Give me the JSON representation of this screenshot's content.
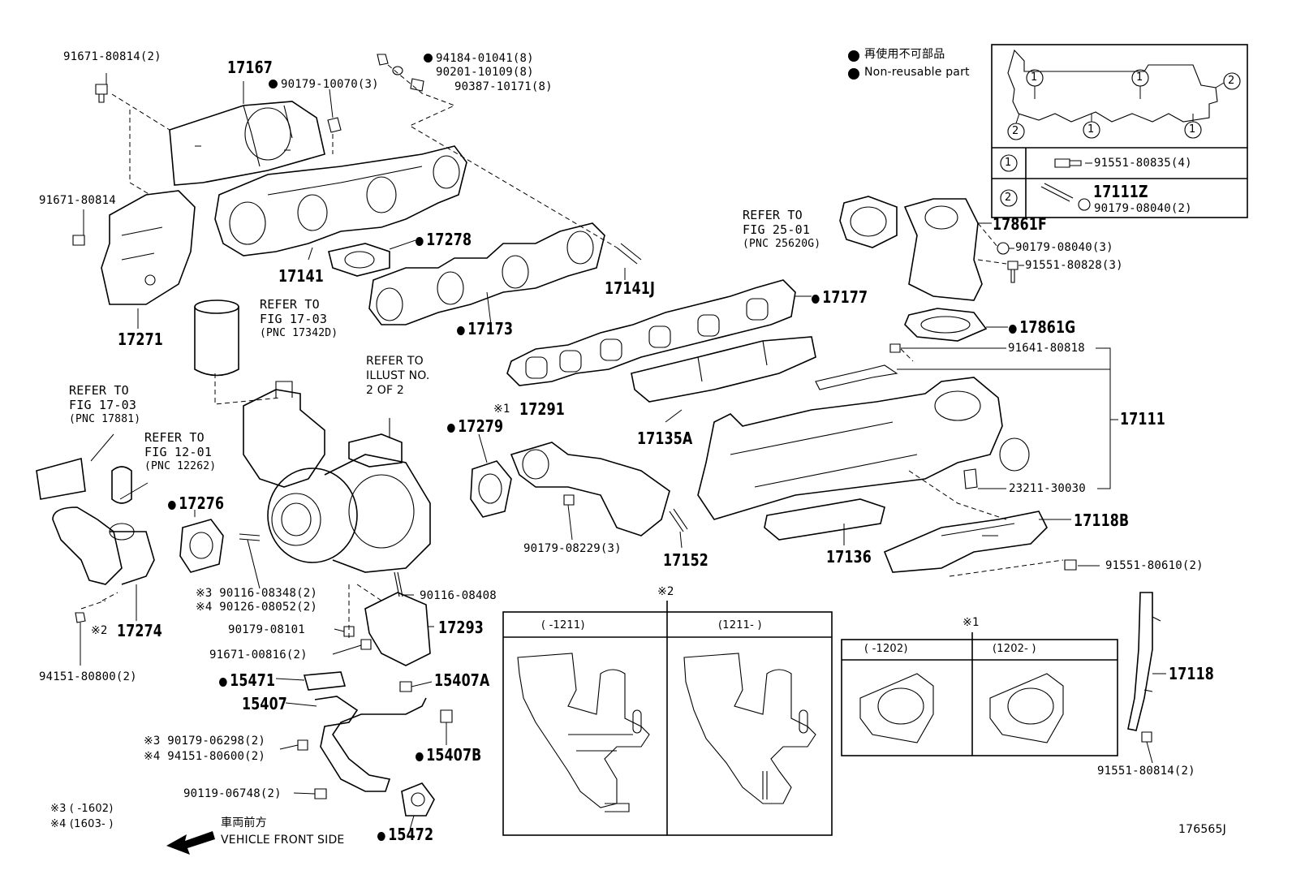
{
  "legend": {
    "line_jp": "再使用不可部品",
    "line_en": "Non-reusable part"
  },
  "inset": {
    "callouts": [
      "1",
      "2"
    ],
    "row1_part": "91551-80835(4)",
    "row2_part_a": "17111Z",
    "row2_part_b": "90179-08040(2)"
  },
  "refs": [
    {
      "line1": "REFER TO",
      "line2": "FIG 17-03",
      "line3": "(PNC 17342D)"
    },
    {
      "line1": "REFER TO",
      "line2": "ILLUST NO.",
      "line3": "2 OF 2"
    },
    {
      "line1": "REFER TO",
      "line2": "FIG 17-03",
      "line3": "(PNC 17881)"
    },
    {
      "line1": "REFER TO",
      "line2": "FIG 12-01",
      "line3": "(PNC 12262)"
    },
    {
      "line1": "REFER TO",
      "line2": "FIG 25-01",
      "line3": "(PNC 25620G)"
    }
  ],
  "parts": {
    "p91671_80814_2": "91671-80814(2)",
    "p17167": "17167",
    "p90179_10070": "90179-10070(3)",
    "p94184": "94184-01041(8)",
    "p90201": "90201-10109(8)",
    "p90387": "90387-10171(8)",
    "p91671_80814": "91671-80814",
    "p17278": "17278",
    "p17141": "17141",
    "p17141J": "17141J",
    "p17271": "17271",
    "p17173": "17173",
    "p17177": "17177",
    "p17861F": "17861F",
    "p90179_08040_3": "90179-08040(3)",
    "p91551_80828": "91551-80828(3)",
    "p17861G": "17861G",
    "p91641": "91641-80818",
    "p17111": "17111",
    "p17135A": "17135A",
    "p17291": "17291",
    "p17279": "17279",
    "p23211": "23211-30030",
    "p17118B": "17118B",
    "p17276": "17276",
    "p90179_08229": "90179-08229(3)",
    "p17152": "17152",
    "p17136": "17136",
    "p91551_80610": "91551-80610(2)",
    "p90116_08348": "90116-08348(2)",
    "p90126_08052": "90126-08052(2)",
    "p90116_08408": "90116-08408",
    "p17274": "17274",
    "p17293": "17293",
    "p90179_08101": "90179-08101",
    "p91671_00816": "91671-00816(2)",
    "p94151_80800": "94151-80800(2)",
    "p15471": "15471",
    "p15407A": "15407A",
    "p15407": "15407",
    "p17118": "17118",
    "p90179_06298": "90179-06298(2)",
    "p94151_80600": "94151-80600(2)",
    "p15407B": "15407B",
    "p90119_06748": "90119-06748(2)",
    "p91551_80814_2": "91551-80814(2)",
    "p15472": "15472"
  },
  "marks": {
    "m1": "※1",
    "m2": "※2",
    "m3": "※3",
    "m4": "※4"
  },
  "variants": {
    "v2_left": "(      -1211)",
    "v2_right": "(1211-      )",
    "v1_left": "(      -1202)",
    "v1_right": "(1202-      )"
  },
  "notes": {
    "n3": "※3 (        -1602)",
    "n4": "※4 (1603-        )",
    "front_jp": "車両前方",
    "front_en": "VEHICLE FRONT SIDE"
  },
  "figure_id": "176565J"
}
